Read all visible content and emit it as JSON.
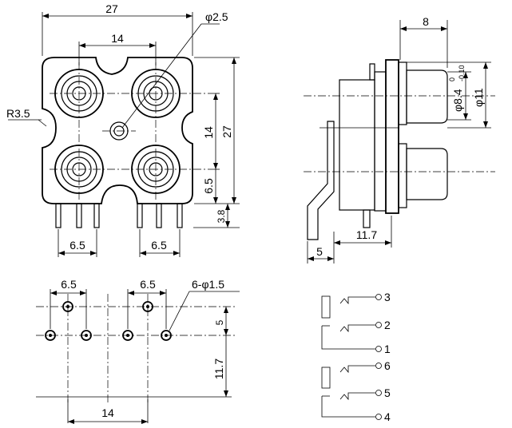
{
  "front_view": {
    "dim_width": "27",
    "dim_hole_diameter": "φ2.5",
    "dim_jack_spacing": "14",
    "dim_corner_radius": "R3.5",
    "dim_height": "27",
    "dim_vertical_spacing": "14",
    "dim_lower": "6.5",
    "dim_pin_length": "3.8",
    "dim_pin_left": "6.5",
    "dim_pin_right": "6.5"
  },
  "side_view": {
    "dim_plug_length": "8",
    "dim_inner_diameter": "φ8.4",
    "tolerance_upper": "0",
    "tolerance_lower": "-0.10",
    "dim_outer_diameter": "φ11",
    "dim_base": "5",
    "dim_depth": "11.7"
  },
  "footprint": {
    "dim_pitch_left": "6.5",
    "dim_pitch_right": "6.5",
    "hole_label": "6-φ1.5",
    "dim_row_offset": "5",
    "dim_depth": "11.7",
    "dim_spacing": "14"
  },
  "schematic": {
    "pins": [
      "3",
      "2",
      "1",
      "6",
      "5",
      "4"
    ]
  }
}
